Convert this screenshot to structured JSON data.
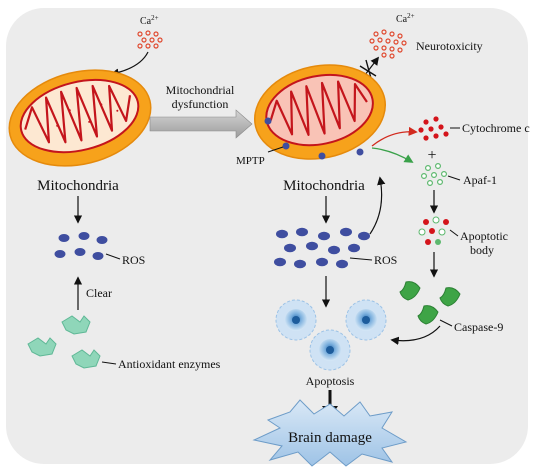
{
  "left": {
    "ca_label": "Ca",
    "ca_sup": "2+",
    "organelle_label": "Mitochondria",
    "ros_label": "ROS",
    "clear_label": "Clear",
    "enzymes_label": "Antioxidant enzymes"
  },
  "arrow": {
    "line1": "Mitochondrial",
    "line2": "dysfunction"
  },
  "right": {
    "ca_label": "Ca",
    "ca_sup": "2+",
    "neurotoxicity_label": "Neurotoxicity",
    "mptp_label": "MPTP",
    "organelle_label": "Mitochondria",
    "ros_label": "ROS",
    "cytochrome_label": "Cytochrome c",
    "plus_sign": "+",
    "apaf_label": "Apaf-1",
    "apoptotic_line1": "Apoptotic",
    "apoptotic_line2": "body",
    "caspase_label": "Caspase-9",
    "apoptosis_label": "Apoptosis",
    "brain_damage_label": "Brain damage"
  },
  "colors": {
    "panel": "#ececec",
    "mito_outer": "#f7a21b",
    "mito_inner_left": "#fde8d2",
    "mito_inner_right": "#f9c3b6",
    "cristae": "#c4151c",
    "calcium": "#e0492f",
    "ros": "#3f4ea0",
    "cytochrome": "#d4141b",
    "apaf": "#5db86e",
    "caspase": "#3ea446",
    "enzyme": "#8fd6b9",
    "cell": "#c0dbf2",
    "burst": "#b7d3ec"
  }
}
